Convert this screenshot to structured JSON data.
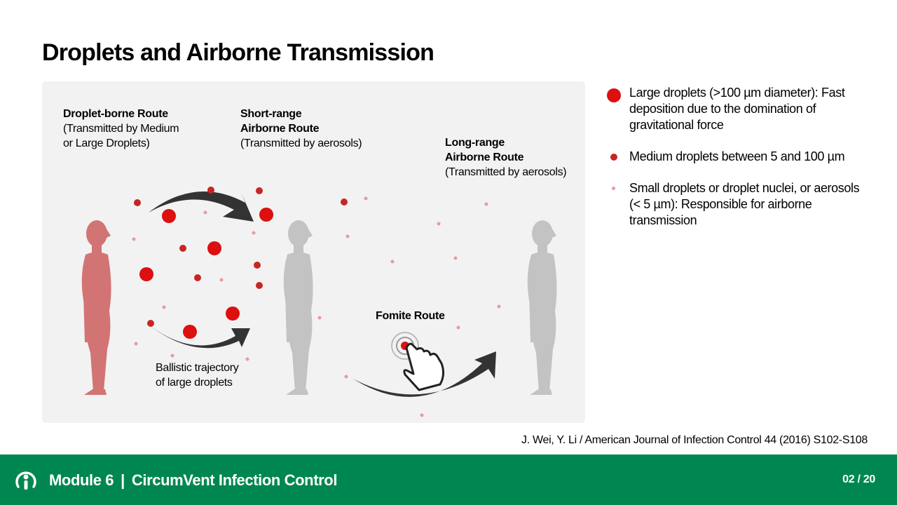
{
  "slide": {
    "title": "Droplets and Airborne Transmission"
  },
  "diagram": {
    "droplet_route": {
      "title": "Droplet-borne Route",
      "sub1": "(Transmitted by Medium",
      "sub2": "or Large Droplets)"
    },
    "short_range": {
      "title1": "Short-range",
      "title2": "Airborne Route",
      "sub": "(Transmitted by aerosols)"
    },
    "long_range": {
      "title1": "Long-range",
      "title2": "Airborne Route",
      "sub": "(Transmitted by aerosols)"
    },
    "fomite": {
      "title": "Fomite Route"
    },
    "ballistic": {
      "line1": "Ballistic trajectory",
      "line2": "of large droplets"
    }
  },
  "legend": {
    "items": [
      {
        "text": "Large droplets (>100 µm diameter): Fast deposition due to the domination of gravitational force"
      },
      {
        "text": "Medium droplets between 5 and 100 µm"
      },
      {
        "text": "Small droplets or droplet nuclei, or aerosols (< 5 µm): Responsible for airborne transmission"
      }
    ]
  },
  "citation": "J. Wei, Y. Li / American Journal of Infection Control 44 (2016) S102-S108",
  "footer": {
    "module": "Module 6",
    "separator": "|",
    "course": "CircumVent Infection Control",
    "page": "02 / 20"
  },
  "colors": {
    "accent_green": "#008751",
    "large_droplet": "#dd0f0f",
    "medium_droplet": "#c82525",
    "small_droplet": "#eb9a9a",
    "infected_person": "#d27474",
    "healthy_person": "#c3c3c3",
    "arrow": "#333333"
  },
  "icons": {
    "footer_logo": "person-circle-icon",
    "touch": "hand-touch-icon"
  }
}
